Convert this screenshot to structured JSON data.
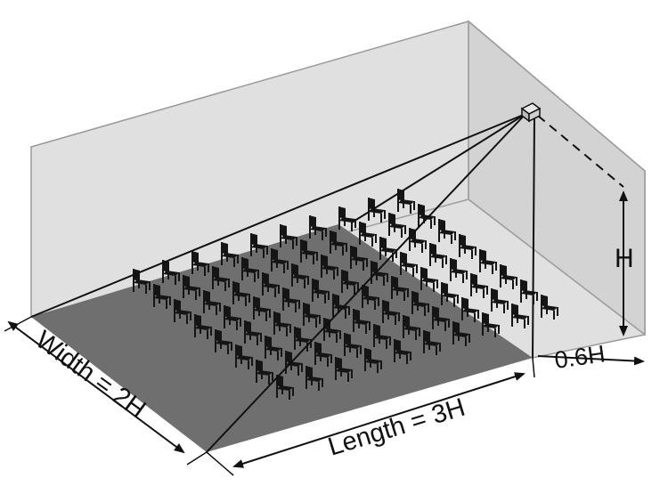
{
  "labels": {
    "width": "Width = 2H",
    "length": "Length = 3H",
    "height": "H",
    "offset": "0.6H"
  },
  "colors": {
    "wall": "#dcdcdc",
    "floor": "#6f6f6f",
    "line": "#111111",
    "chair": "#151515",
    "background": "#ffffff"
  },
  "icons": {
    "projector": "projector-icon",
    "chair": "chair-icon"
  }
}
